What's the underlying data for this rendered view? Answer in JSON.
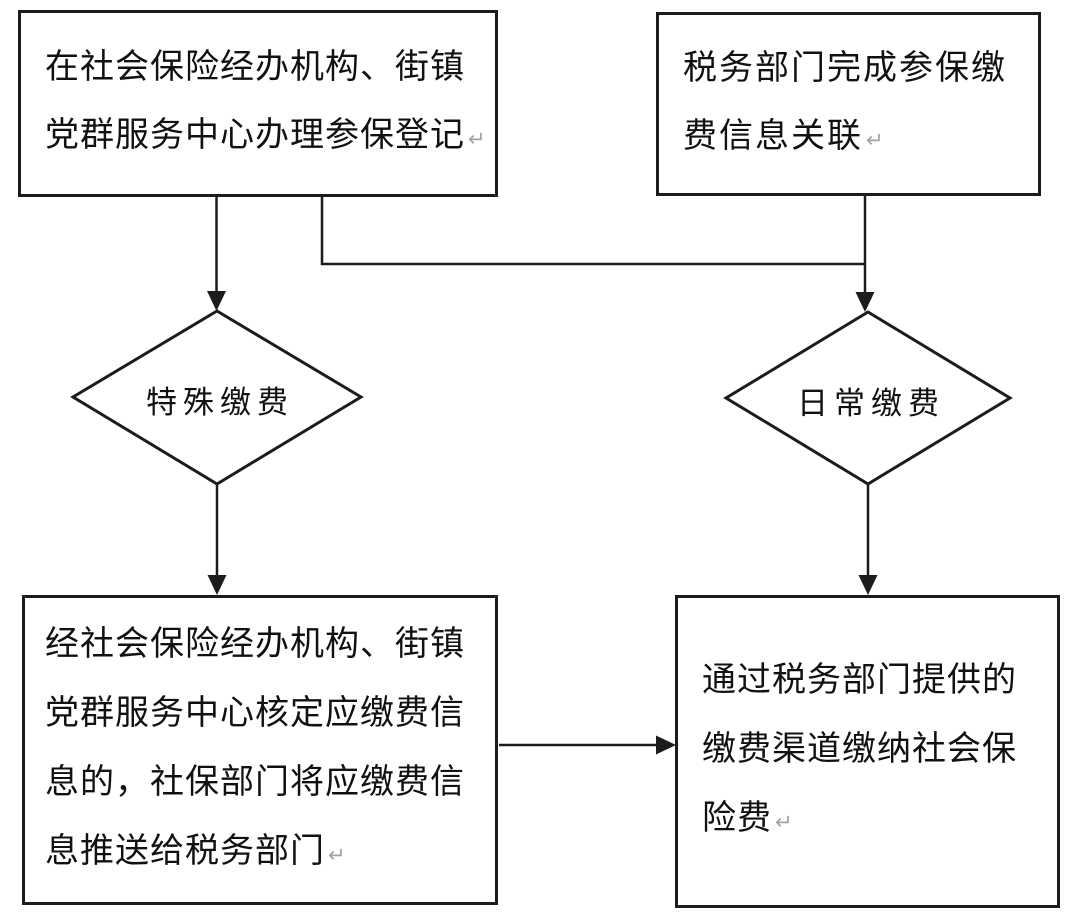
{
  "diagram": {
    "background_color": "#ffffff",
    "line_color": "#1c1c1c",
    "text_color": "#111111",
    "return_mark": "↵",
    "return_mark_color": "#a3a3a3",
    "nodes": {
      "register": {
        "type": "process",
        "lines": [
          "在社会保险经办机构、街镇",
          "党群服务中心办理参保登记"
        ]
      },
      "tax_link": {
        "type": "process",
        "lines": [
          "税务部门完成参保缴",
          "费信息关联"
        ]
      },
      "special_payment": {
        "type": "decision",
        "label": "特殊缴费"
      },
      "daily_payment": {
        "type": "decision",
        "label": "日常缴费"
      },
      "verify_push": {
        "type": "process",
        "lines": [
          "经社会保险经办机构、街镇",
          "党群服务中心核定应缴费信",
          "息的，社保部门将应缴费信",
          "息推送给税务部门"
        ]
      },
      "pay_channel": {
        "type": "process",
        "lines": [
          "通过税务部门提供的",
          "缴费渠道缴纳社会保",
          "险费"
        ]
      }
    },
    "edges": [
      {
        "from": "register",
        "to": "special_payment",
        "style": "arrow-down"
      },
      {
        "from": "register",
        "to": "daily_payment",
        "style": "elbow-right-merge"
      },
      {
        "from": "tax_link",
        "to": "daily_payment",
        "style": "arrow-down"
      },
      {
        "from": "special_payment",
        "to": "verify_push",
        "style": "arrow-down"
      },
      {
        "from": "daily_payment",
        "to": "pay_channel",
        "style": "arrow-down"
      },
      {
        "from": "verify_push",
        "to": "pay_channel",
        "style": "arrow-right"
      }
    ]
  }
}
